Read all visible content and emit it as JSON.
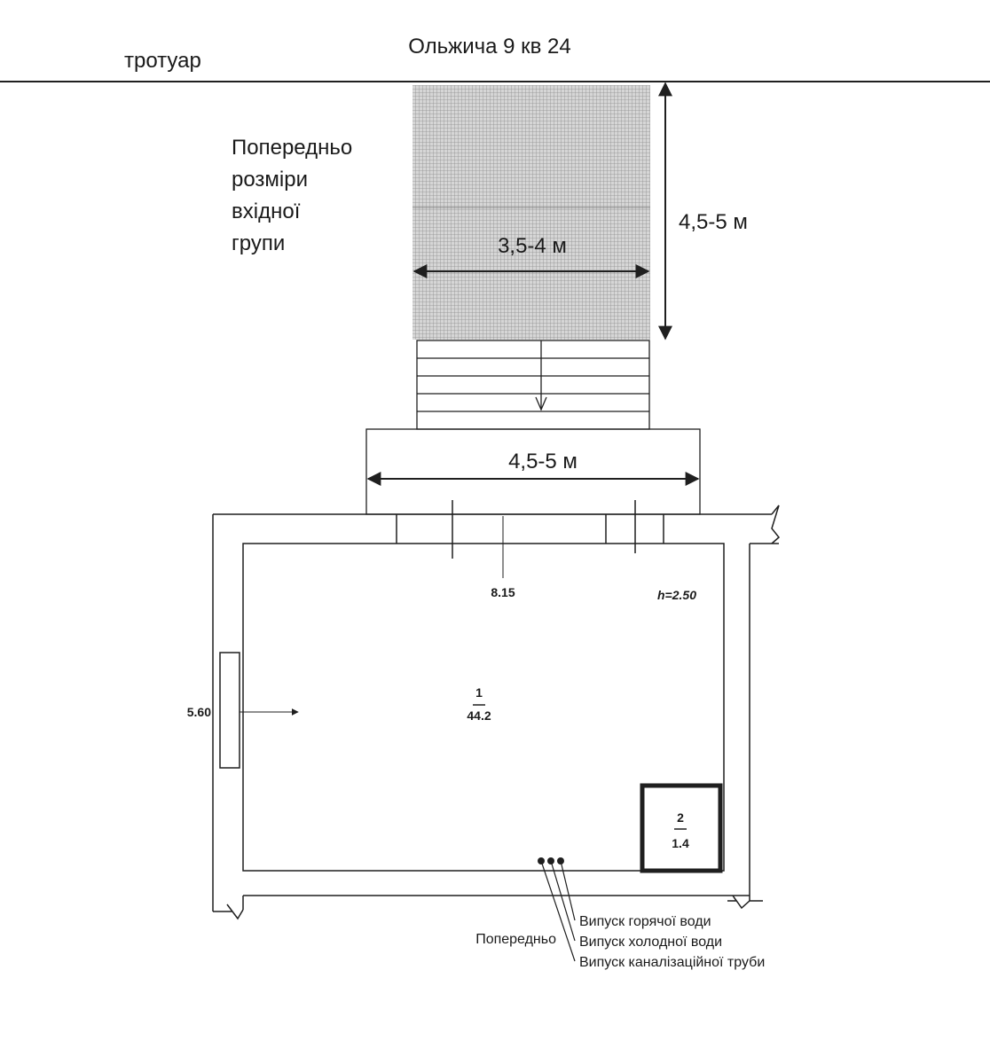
{
  "header": {
    "address": "Ольжича 9 кв 24",
    "sidewalk": "тротуар"
  },
  "entrance": {
    "note_lines": [
      "Попередньо",
      "розміри",
      "вхідної",
      "групи"
    ],
    "width_label": "3,5-4 м",
    "depth_label": "4,5-5 м",
    "platform_width_label": "4,5-5 м"
  },
  "plan": {
    "length_label": "8.15",
    "width_label": "5.60",
    "height_label": "h=2.50",
    "room_main": {
      "number": "1",
      "area": "44.2"
    },
    "room_small": {
      "number": "2",
      "area": "1.4"
    }
  },
  "utilities": {
    "prelim_label": "Попередньо",
    "items": [
      "Випуск горячої води",
      "Випуск холодної води",
      "Випуск каналізаційної труби"
    ]
  },
  "colors": {
    "ink": "#1f1f1f",
    "hatch": "#9a9a9a",
    "paper": "#ffffff"
  }
}
